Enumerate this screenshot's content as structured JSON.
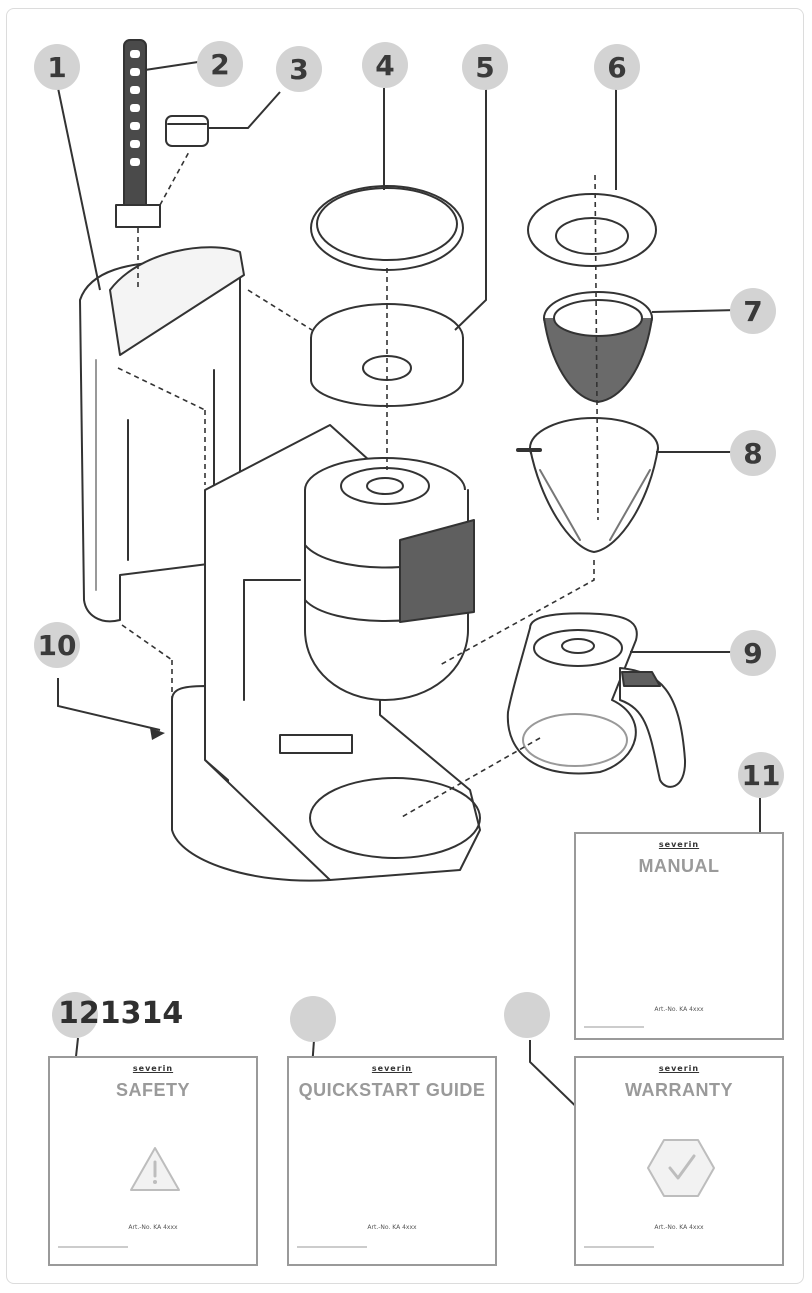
{
  "badges": {
    "b1": "1",
    "b2": "2",
    "b3": "3",
    "b4": "4",
    "b5": "5",
    "b6": "6",
    "b7": "7",
    "b8": "8",
    "b9": "9",
    "b10": "10",
    "b11": "11"
  },
  "badge_row": "121314",
  "documents": {
    "manual": {
      "brand": "severin",
      "title": "MANUAL",
      "artno": "Art.-No. KA 4xxx"
    },
    "safety": {
      "brand": "severin",
      "title": "SAFETY",
      "artno": "Art.-No. KA 4xxx"
    },
    "quickstart": {
      "brand": "severin",
      "title": "QUICKSTART GUIDE",
      "artno": "Art.-No. KA 4xxx"
    },
    "warranty": {
      "brand": "severin",
      "title": "WARRANTY",
      "artno": "Art.-No. KA 4xxx"
    }
  },
  "icons": {
    "safety": "warning-triangle-icon",
    "warranty": "check-hexagon-icon"
  },
  "colors": {
    "badge_bg": "#d3d3d3",
    "line": "#333333",
    "dark_panel": "#5f5f5f",
    "doc_title": "#9a9a9a"
  }
}
